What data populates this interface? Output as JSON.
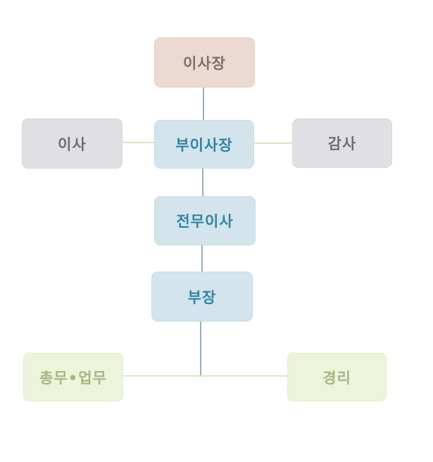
{
  "org_chart": {
    "chairman": "이사장",
    "director": "이사",
    "vice_president": "부이사장",
    "auditor": "감사",
    "managing_director": "전무이사",
    "general_manager": "부장",
    "general_affairs": "총무•업무",
    "accounting": "경리"
  },
  "colors": {
    "chairman_fill": "#ecdad2",
    "side_fill": "#e0dfe4",
    "main_fill": "#d3e4ec",
    "main_text": "#2f84a6",
    "dept_fill": "#edf4dc",
    "dept_text": "#a7b584",
    "connector": "#8fb3bb"
  }
}
